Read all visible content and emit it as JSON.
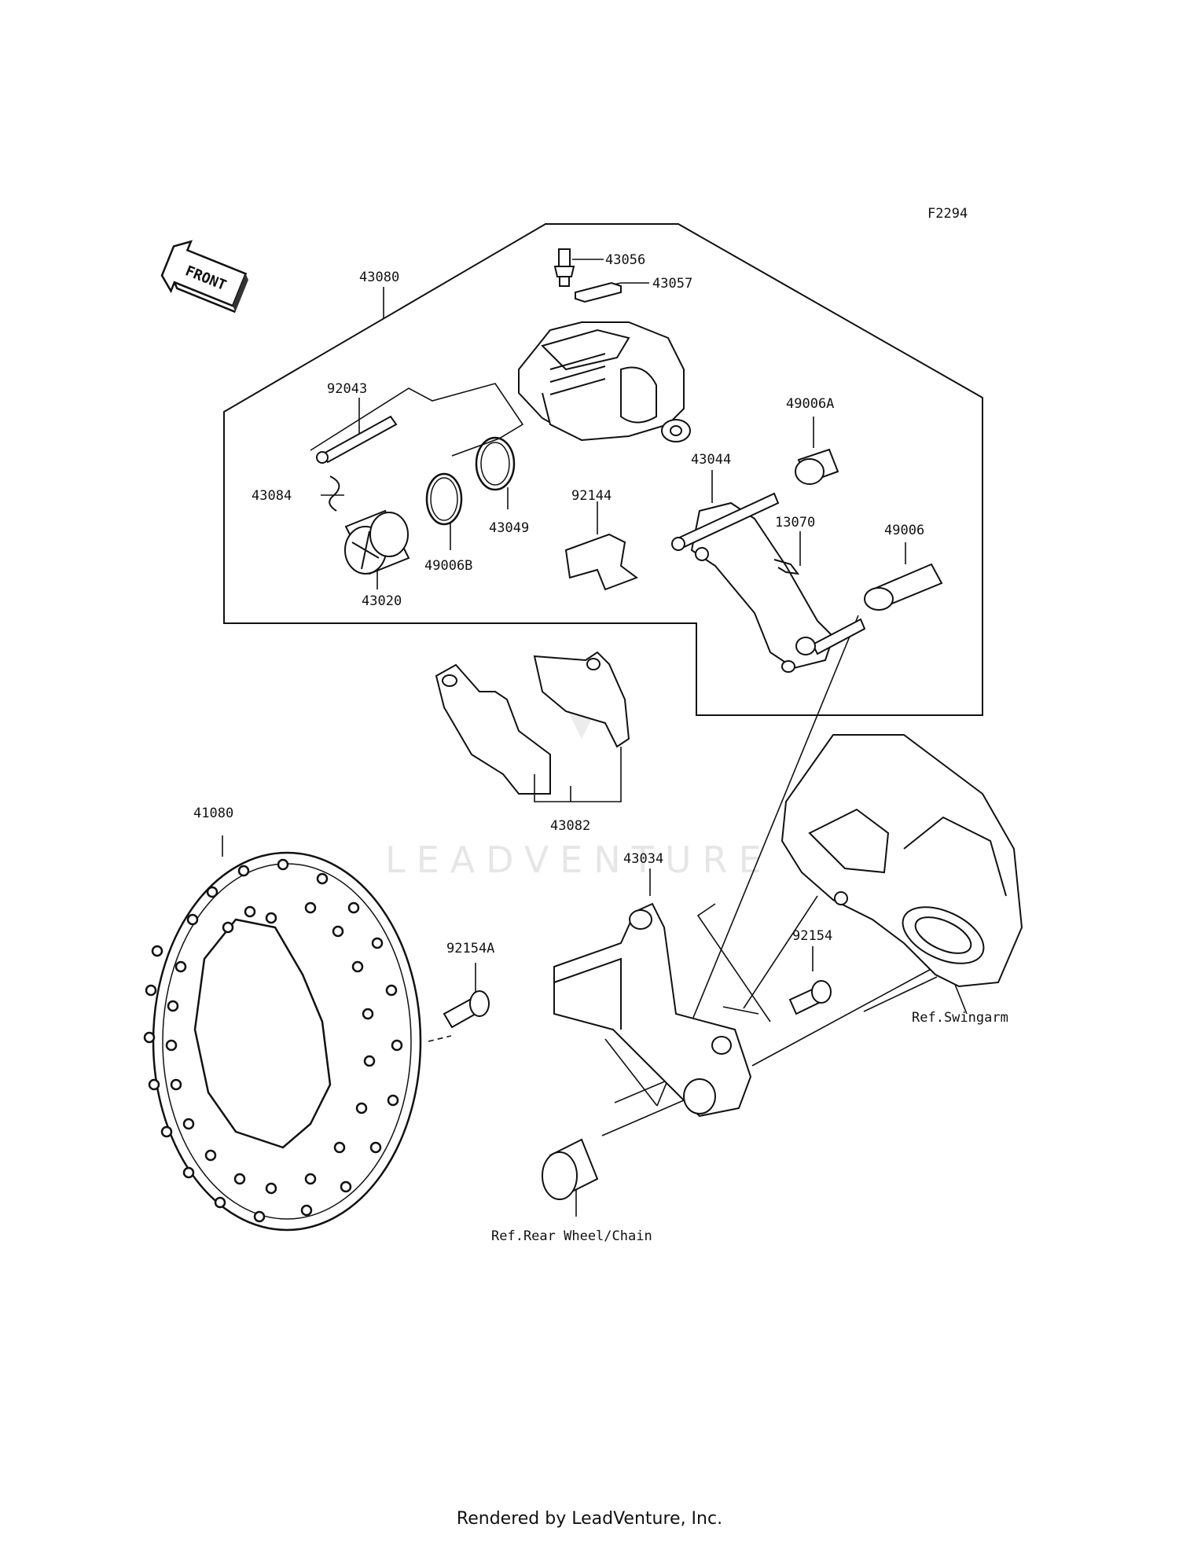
{
  "diagram": {
    "figure_code": "F2294",
    "front_arrow_text": "FRONT",
    "watermark": "LEADVENTURE",
    "parts": {
      "p43080": "43080",
      "p43056": "43056",
      "p43057": "43057",
      "p92043": "92043",
      "p43084": "43084",
      "p43020": "43020",
      "p49006B": "49006B",
      "p43049": "43049",
      "p92144": "92144",
      "p49006A": "49006A",
      "p43044": "43044",
      "p13070": "13070",
      "p49006": "49006",
      "p43082": "43082",
      "p41080": "41080",
      "p92154A": "92154A",
      "p43034": "43034",
      "p92154": "92154"
    },
    "references": {
      "swingarm": "Ref.Swingarm",
      "rear_wheel": "Ref.Rear Wheel/Chain"
    }
  },
  "footer": {
    "text": "Rendered by LeadVenture, Inc."
  }
}
